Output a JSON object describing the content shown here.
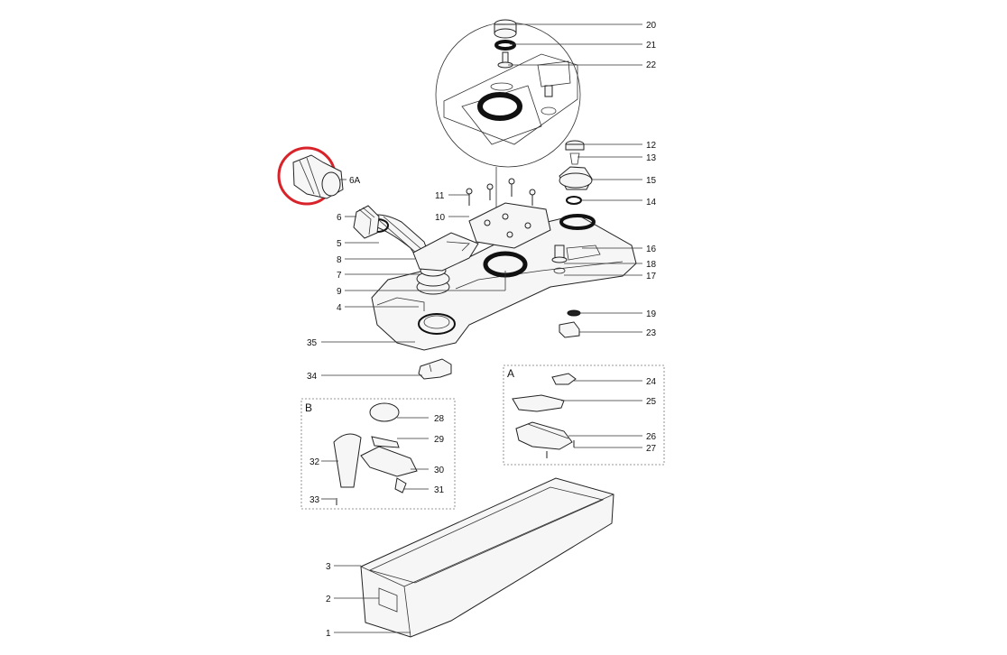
{
  "callouts": [
    {
      "id": "20",
      "label": "20"
    },
    {
      "id": "21",
      "label": "21"
    },
    {
      "id": "22",
      "label": "22"
    },
    {
      "id": "12",
      "label": "12"
    },
    {
      "id": "13",
      "label": "13"
    },
    {
      "id": "15",
      "label": "15"
    },
    {
      "id": "14",
      "label": "14"
    },
    {
      "id": "16",
      "label": "16"
    },
    {
      "id": "18",
      "label": "18"
    },
    {
      "id": "17",
      "label": "17"
    },
    {
      "id": "19",
      "label": "19"
    },
    {
      "id": "23",
      "label": "23"
    },
    {
      "id": "11",
      "label": "11"
    },
    {
      "id": "10",
      "label": "10"
    },
    {
      "id": "6",
      "label": "6"
    },
    {
      "id": "6A",
      "label": "6A"
    },
    {
      "id": "5",
      "label": "5"
    },
    {
      "id": "8",
      "label": "8"
    },
    {
      "id": "7",
      "label": "7"
    },
    {
      "id": "9",
      "label": "9"
    },
    {
      "id": "4",
      "label": "4"
    },
    {
      "id": "35",
      "label": "35"
    },
    {
      "id": "34",
      "label": "34"
    },
    {
      "id": "24",
      "label": "24"
    },
    {
      "id": "25",
      "label": "25"
    },
    {
      "id": "26",
      "label": "26"
    },
    {
      "id": "27",
      "label": "27"
    },
    {
      "id": "28",
      "label": "28"
    },
    {
      "id": "29",
      "label": "29"
    },
    {
      "id": "30",
      "label": "30"
    },
    {
      "id": "31",
      "label": "31"
    },
    {
      "id": "32",
      "label": "32"
    },
    {
      "id": "33",
      "label": "33"
    },
    {
      "id": "3",
      "label": "3"
    },
    {
      "id": "2",
      "label": "2"
    },
    {
      "id": "1",
      "label": "1"
    }
  ],
  "panels": {
    "a_label": "A",
    "b_label": "B"
  },
  "highlight": {
    "color": "#d9232a",
    "part": "6A"
  }
}
